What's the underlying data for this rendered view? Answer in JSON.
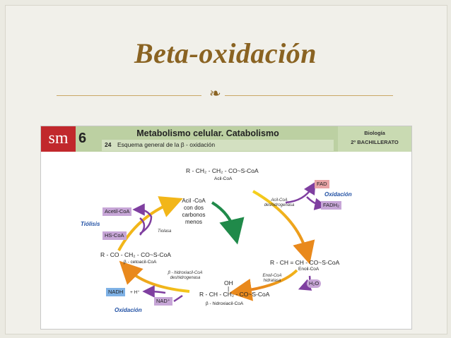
{
  "slide": {
    "title": "Beta-oxidación",
    "ornament_glyph": "❧"
  },
  "header": {
    "logo": "sm",
    "unit_number": "6",
    "title": "Metabolismo celular. Catabolismo",
    "section_number": "24",
    "section_title": "Esquema general de la β - oxidación",
    "subject": "Biología",
    "course": "2º BACHILLERATO"
  },
  "diagram": {
    "acil_coa_formula": "R - CH₂ - CH₂ - CO~S-CoA",
    "acil_coa_name": "Acil-CoA",
    "enzyme_1": "Acil-CoA deshidrogenasa",
    "fad": "FAD",
    "fadh2": "FADH₂",
    "oxidacion_1": "Oxidación",
    "enoil_formula": "R - CH = CH - CO~S-CoA",
    "enoil_name": "Enoil-CoA",
    "enzyme_2": "Enoil-CoA hidratasa",
    "h2o": "H₂O",
    "hidroxi_oh": "OH",
    "hidroxi_bond": "|",
    "hidroxi_formula": "R - CH - CH₂ - CO~S-CoA",
    "hidroxi_name": "β - hidroxiacil-CoA",
    "enzyme_3": "β - hidroxiacil-CoA deshidrogenasa",
    "nadh": "NADH",
    "h_plus": "+ H⁺",
    "nad": "NAD⁺",
    "oxidacion_2": "Oxidación",
    "ceto_formula": "R - CO - CH₂ - CO~S-CoA",
    "ceto_name": "β - cetoacil-CoA",
    "tiolasa": "Tiolasa",
    "acetil_coa": "Acetil-CoA",
    "hs_coa": "HS-CoA",
    "tiolisis": "Tiólisis",
    "center_text": [
      "Acil -CoA",
      "con dos",
      "carbonos",
      "menos"
    ]
  },
  "colors": {
    "title": "#8a6322",
    "header_green": "#bcd0a2",
    "logo_red": "#c1282c",
    "cycle_yellow": "#f2b619",
    "cycle_orange": "#e9891c",
    "cofactor_purple": "#7f3fa0",
    "center_green": "#208a4a",
    "label_blue": "#1f4fa3",
    "fad_red": "#e8a4a6",
    "nadh_blue": "#7fb2e6",
    "purple_box": "#c7a6d7"
  }
}
